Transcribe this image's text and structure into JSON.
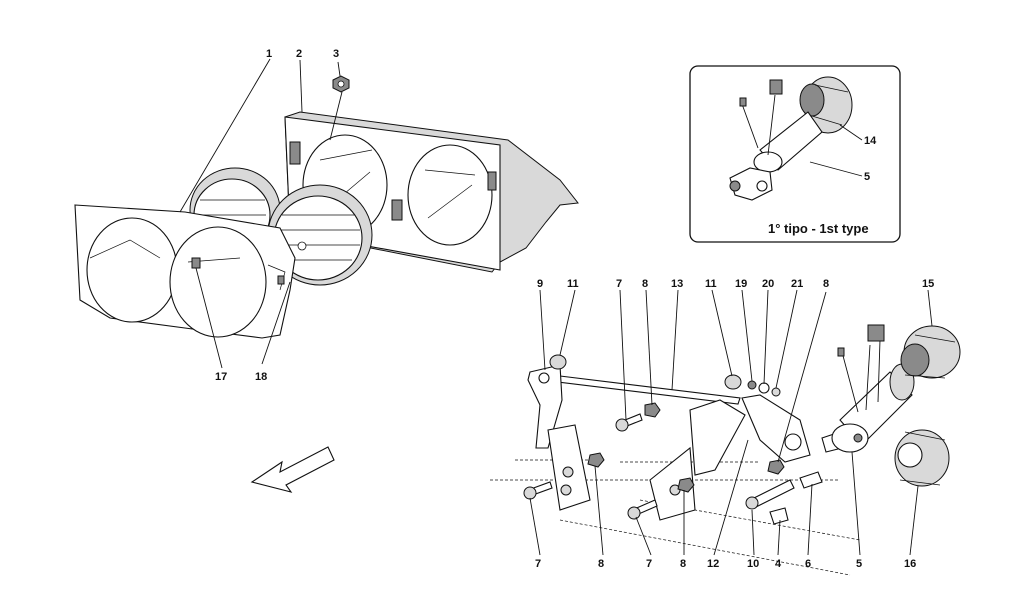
{
  "inset": {
    "caption": "1° tipo - 1st type"
  },
  "labels": {
    "n1": "1",
    "n2": "2",
    "n3": "3",
    "n14": "14",
    "n5a": "5",
    "n17": "17",
    "n18": "18",
    "n9": "9",
    "n11a": "11",
    "n7a": "7",
    "n8a": "8",
    "n13": "13",
    "n11b": "11",
    "n19": "19",
    "n20": "20",
    "n21": "21",
    "n8b": "8",
    "n15": "15",
    "n7b": "7",
    "n8c": "8",
    "n7c": "7",
    "n8d": "8",
    "n12": "12",
    "n10": "10",
    "n4": "4",
    "n6": "6",
    "n5b": "5",
    "n16": "16"
  }
}
